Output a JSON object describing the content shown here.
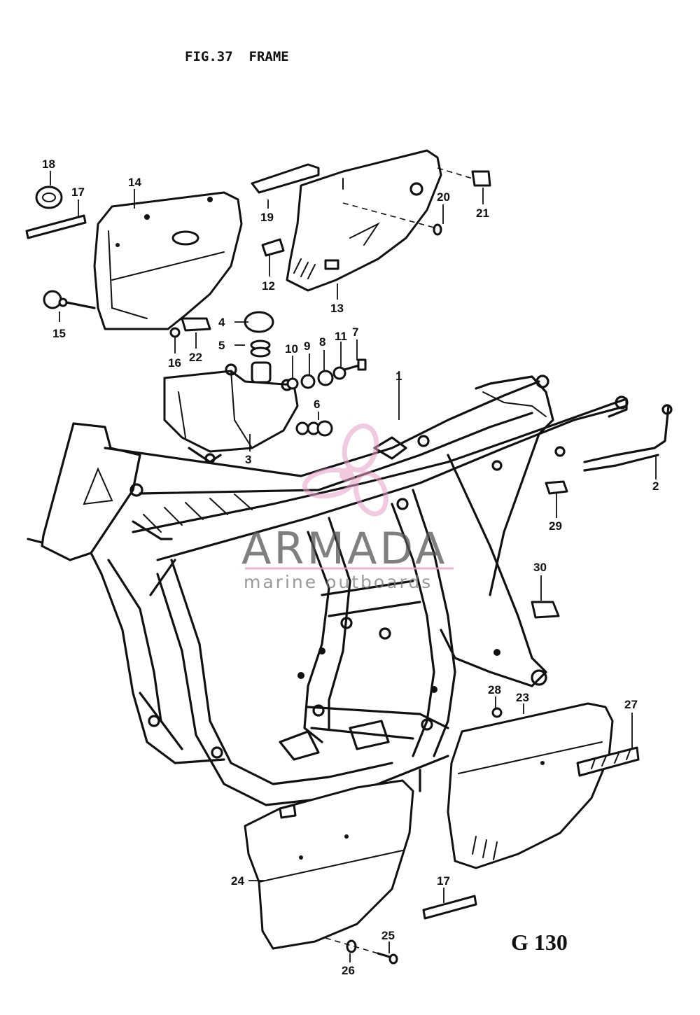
{
  "figure": {
    "title": "FIG.37  FRAME",
    "code": "G 130"
  },
  "watermark": {
    "brand": "ARMADA",
    "tagline": "marine outboards",
    "accent_color": "#e8a0c8"
  },
  "part_labels": {
    "p1": "1",
    "p2": "2",
    "p3": "3",
    "p4": "4",
    "p5": "5",
    "p6": "6",
    "p7": "7",
    "p8": "8",
    "p9": "9",
    "p10": "10",
    "p11": "11",
    "p12": "12",
    "p13": "13",
    "p14": "14",
    "p15": "15",
    "p16": "16",
    "p17a": "17",
    "p17b": "17",
    "p18": "18",
    "p19": "19",
    "p20": "20",
    "p21": "21",
    "p22": "22",
    "p23": "23",
    "p24": "24",
    "p25": "25",
    "p26": "26",
    "p27": "27",
    "p28": "28",
    "p29": "29",
    "p30": "30"
  }
}
